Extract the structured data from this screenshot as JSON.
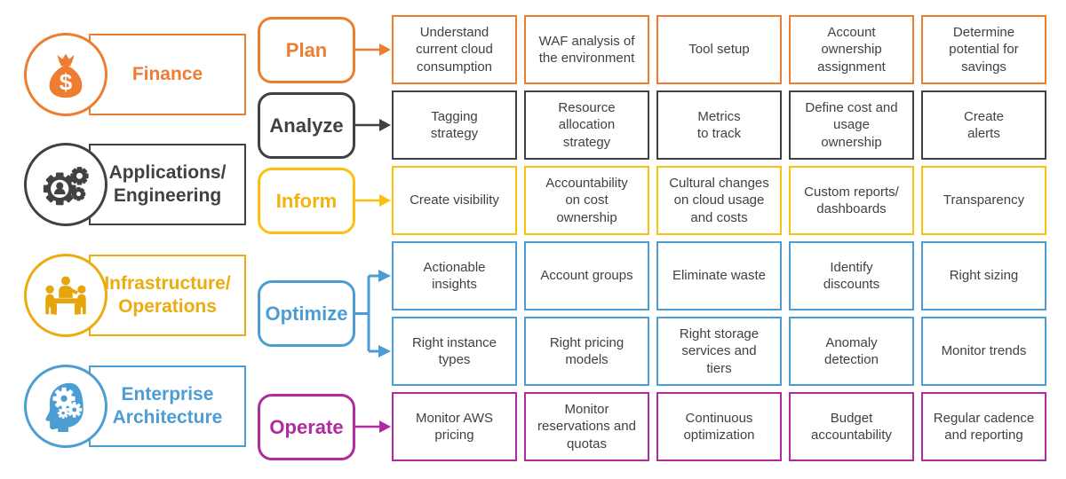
{
  "diagram": {
    "background": "#ffffff",
    "colors": {
      "orange": "#ED7D31",
      "dark_gray": "#414042",
      "gold": "#FCC10E",
      "blue": "#4D9DD5",
      "magenta": "#B02B9E",
      "text": "#414042"
    }
  },
  "entities": [
    {
      "label": "Finance",
      "icon": "money-bag-icon",
      "color": "#ED7D31"
    },
    {
      "label": "Applications/\nEngineering",
      "icon": "gears-person-icon",
      "color": "#414042"
    },
    {
      "label": "Infrastructure/\nOperations",
      "icon": "meeting-table-icon",
      "color": "#F2B40D"
    },
    {
      "label": "Enterprise\nArchitecture",
      "icon": "head-gears-icon",
      "color": "#4D9DD5"
    }
  ],
  "phases": [
    {
      "label": "Plan",
      "color": "#ED7D31"
    },
    {
      "label": "Analyze",
      "color": "#414042"
    },
    {
      "label": "Inform",
      "color": "#FCC10E"
    },
    {
      "label": "Optimize",
      "color": "#4D9DD5"
    },
    {
      "label": "Operate",
      "color": "#B02B9E"
    }
  ],
  "rows": [
    {
      "phase": "Plan",
      "color": "#ED7D31",
      "cells": [
        "Understand\ncurrent cloud\nconsumption",
        "WAF analysis of\nthe environment",
        "Tool setup",
        "Account\nownership\nassignment",
        "Determine\npotential for\nsavings"
      ]
    },
    {
      "phase": "Analyze",
      "color": "#414042",
      "cells": [
        "Tagging\nstrategy",
        "Resource\nallocation\nstrategy",
        "Metrics\nto track",
        "Define cost and\nusage\nownership",
        "Create\nalerts"
      ]
    },
    {
      "phase": "Inform",
      "color": "#FCC10E",
      "cells": [
        "Create visibility",
        "Accountability\non cost\nownership",
        "Cultural changes\non cloud usage\nand costs",
        "Custom reports/\ndashboards",
        "Transparency"
      ]
    },
    {
      "phase": "Optimize",
      "color": "#4D9DD5",
      "cells": [
        "Actionable\ninsights",
        "Account groups",
        "Eliminate waste",
        "Identify\ndiscounts",
        "Right sizing"
      ]
    },
    {
      "phase": "Optimize",
      "color": "#4D9DD5",
      "cells": [
        "Right instance\ntypes",
        "Right pricing\nmodels",
        "Right storage\nservices and\ntiers",
        "Anomaly\ndetection",
        "Monitor trends"
      ]
    },
    {
      "phase": "Operate",
      "color": "#B02B9E",
      "cells": [
        "Monitor AWS\npricing",
        "Monitor\nreservations and\nquotas",
        "Continuous\noptimization",
        "Budget\naccountability",
        "Regular cadence\nand reporting"
      ]
    }
  ]
}
